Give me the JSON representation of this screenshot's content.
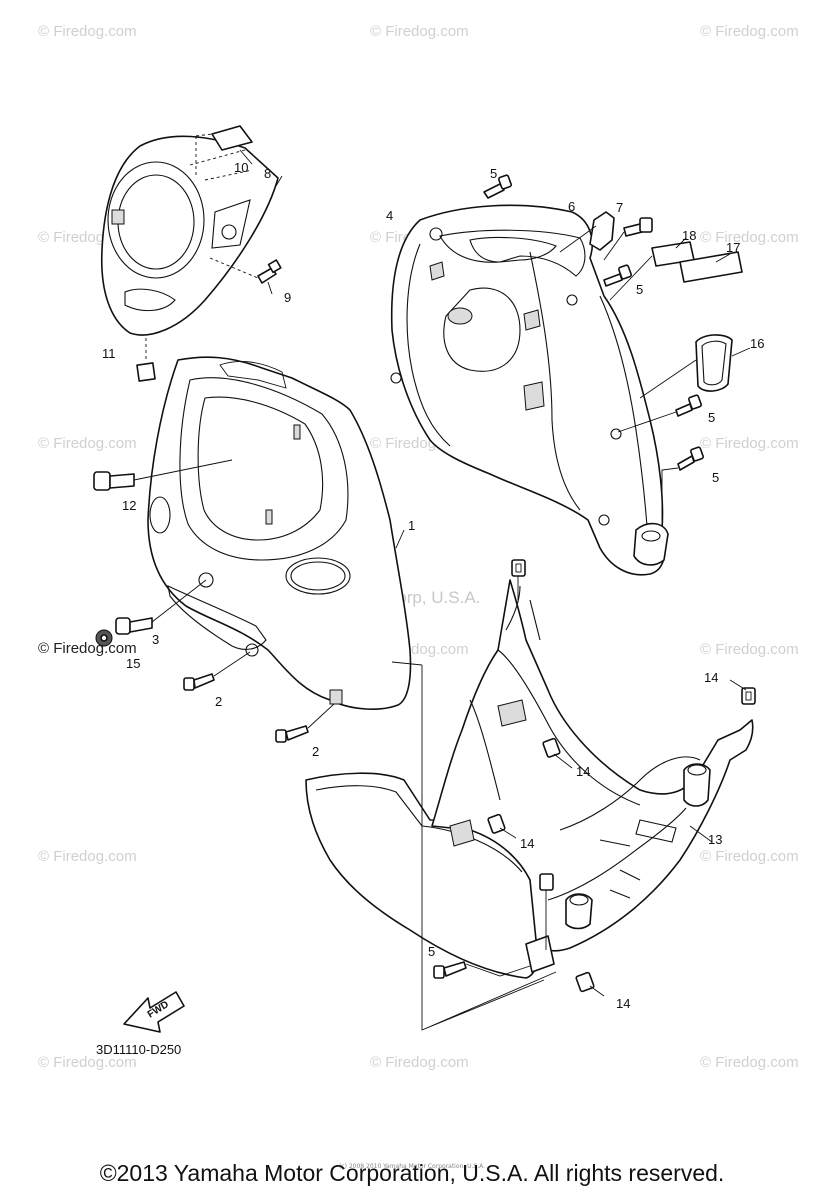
{
  "watermark": "© Firedog.com",
  "center_watermark": "Yamaha Motor Corp, U.S.A.",
  "drawing_code": "3D11110-D250",
  "fwd_label": "FWD",
  "footer": "©2013 Yamaha Motor Corporation, U.S.A. All rights reserved.",
  "footer_fine_print": "(c) 2008 2010 Yamaha Motor Corporation, U.S.A.",
  "callouts": {
    "c1": "1",
    "c2a": "2",
    "c2b": "2",
    "c3": "3",
    "c4": "4",
    "c5a": "5",
    "c5b": "5",
    "c5c": "5",
    "c5d": "5",
    "c5e": "5",
    "c6": "6",
    "c7": "7",
    "c8": "8",
    "c9": "9",
    "c10": "10",
    "c11": "11",
    "c12": "12",
    "c13": "13",
    "c14a": "14",
    "c14b": "14",
    "c14c": "14",
    "c14d": "14",
    "c15": "15",
    "c16": "16",
    "c17": "17",
    "c18": "18"
  }
}
